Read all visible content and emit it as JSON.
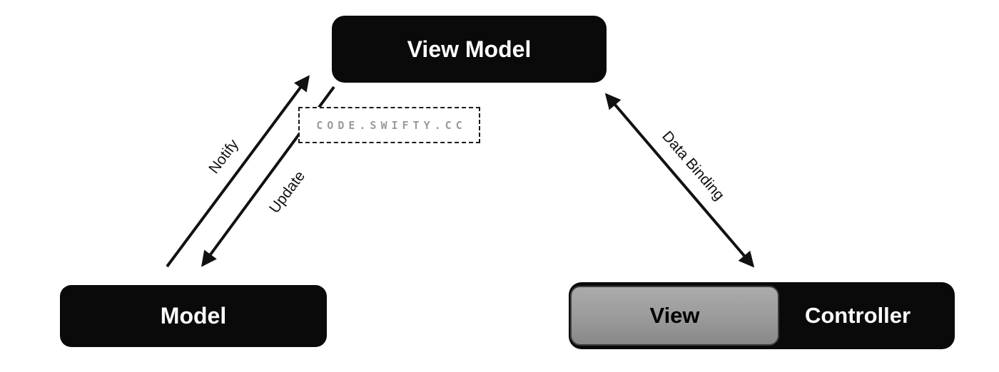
{
  "diagram": {
    "type": "mvvm-architecture",
    "nodes": {
      "view_model": {
        "label": "View Model"
      },
      "model": {
        "label": "Model"
      },
      "view": {
        "label": "View"
      },
      "controller": {
        "label": "Controller"
      }
    },
    "edges": {
      "notify": {
        "label": "Notify",
        "from": "model",
        "to": "view_model",
        "bidirectional": false
      },
      "update": {
        "label": "Update",
        "from": "view_model",
        "to": "model",
        "bidirectional": false
      },
      "data_binding": {
        "label": "Data Binding",
        "from": "view_model",
        "to": "view_controller",
        "bidirectional": true
      }
    },
    "watermark": {
      "text": "CODE.SWIFTY.CC"
    },
    "colors": {
      "background": "#ffffff",
      "node_fill": "#0a0a0a",
      "node_text": "#ffffff",
      "view_fill_top": "#ababab",
      "view_fill_bottom": "#888888",
      "view_border": "#3d3d3d",
      "view_text": "#000000",
      "arrow": "#111111",
      "edge_label_text": "#111111",
      "watermark_text": "#9b9b9b"
    }
  }
}
